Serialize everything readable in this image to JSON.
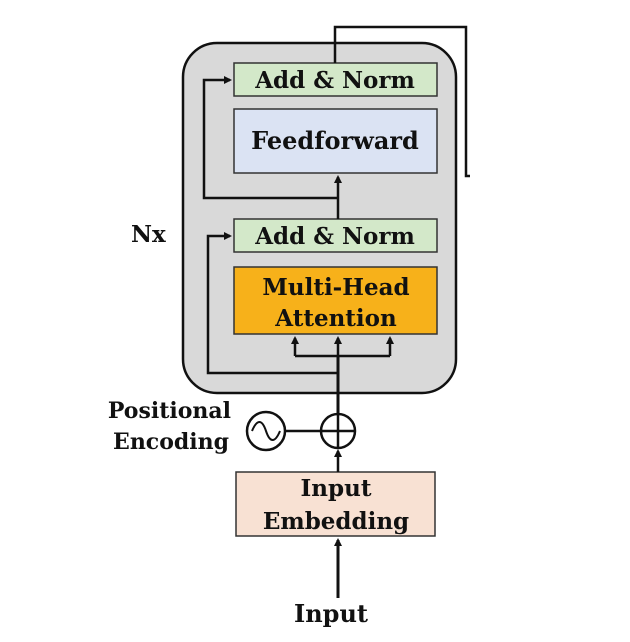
{
  "repeat_label": "Nx",
  "blocks": {
    "add_norm_top": "Add & Norm",
    "feedforward": "Feedforward",
    "add_norm_bottom": "Add & Norm",
    "mha_line1": "Multi-Head",
    "mha_line2": "Attention",
    "embedding_line1": "Input",
    "embedding_line2": "Embedding"
  },
  "positional_encoding": {
    "line1": "Positional",
    "line2": "Encoding"
  },
  "input_label": "Input",
  "colors": {
    "encoder_bg": "#d9d9d9",
    "add_norm": "#d3e8c9",
    "feedforward": "#dbe3f3",
    "attention": "#f7b11a",
    "embedding": "#f8e1d3",
    "stroke": "#111111"
  }
}
